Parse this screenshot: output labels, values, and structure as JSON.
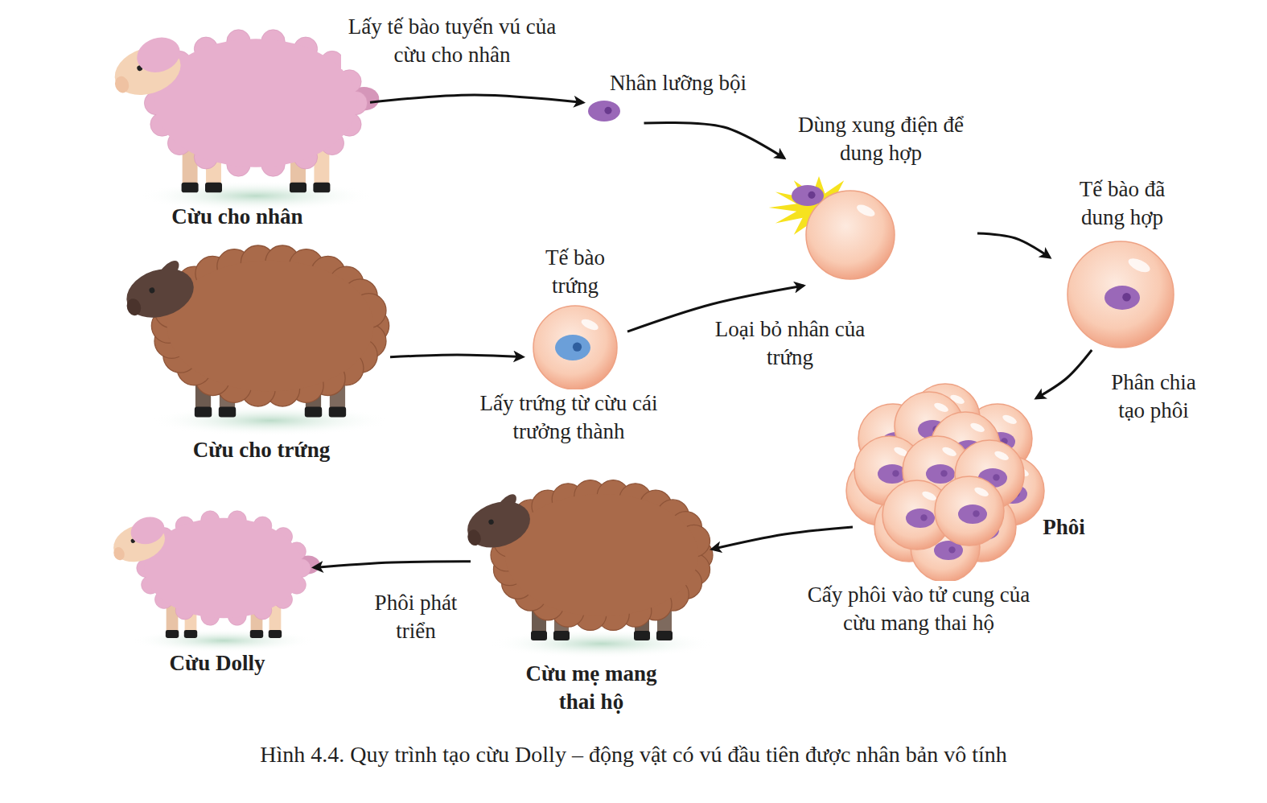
{
  "diagram": {
    "caption": "Hình 4.4. Quy trình tạo cừu Dolly – động vật có vú đầu tiên được nhân bản vô tính",
    "nodes": [
      {
        "text": [
          "Cừu cho nhân"
        ]
      },
      {
        "text": [
          "Nhân lưỡng bội"
        ]
      },
      {
        "text": [
          "Cừu cho trứng"
        ]
      },
      {
        "text": [
          "Tế bào trứng"
        ]
      },
      {
        "text": [
          "Dùng xung điện để dung hợp"
        ]
      },
      {
        "text": [
          "Tế bào đã dung hợp"
        ]
      },
      {
        "text": [
          "Phôi"
        ]
      },
      {
        "text": [
          "Cừu mẹ mang thai hộ"
        ]
      },
      {
        "text": [
          "Cừu Dolly"
        ]
      }
    ],
    "edges": [
      {
        "from": 0,
        "to": 1,
        "arrow": "to",
        "label": "Lấy tế bào tuyến vú của cừu cho nhân"
      },
      {
        "from": 1,
        "to": 4,
        "arrow": "to"
      },
      {
        "from": 2,
        "to": 3,
        "arrow": "to",
        "label": "Lấy trứng từ cừu cái trưởng thành"
      },
      {
        "from": 3,
        "to": 4,
        "arrow": "to",
        "label": "Loại bỏ nhân của trứng"
      },
      {
        "from": 4,
        "to": 5,
        "arrow": "to"
      },
      {
        "from": 5,
        "to": 6,
        "arrow": "to",
        "label": "Phân chia tạo phôi"
      },
      {
        "from": 6,
        "to": 7,
        "arrow": "to",
        "label": "Cấy phôi vào tử cung của cừu mang thai hộ"
      },
      {
        "from": 7,
        "to": 8,
        "arrow": "to",
        "label": "Phôi phát triển"
      }
    ]
  }
}
